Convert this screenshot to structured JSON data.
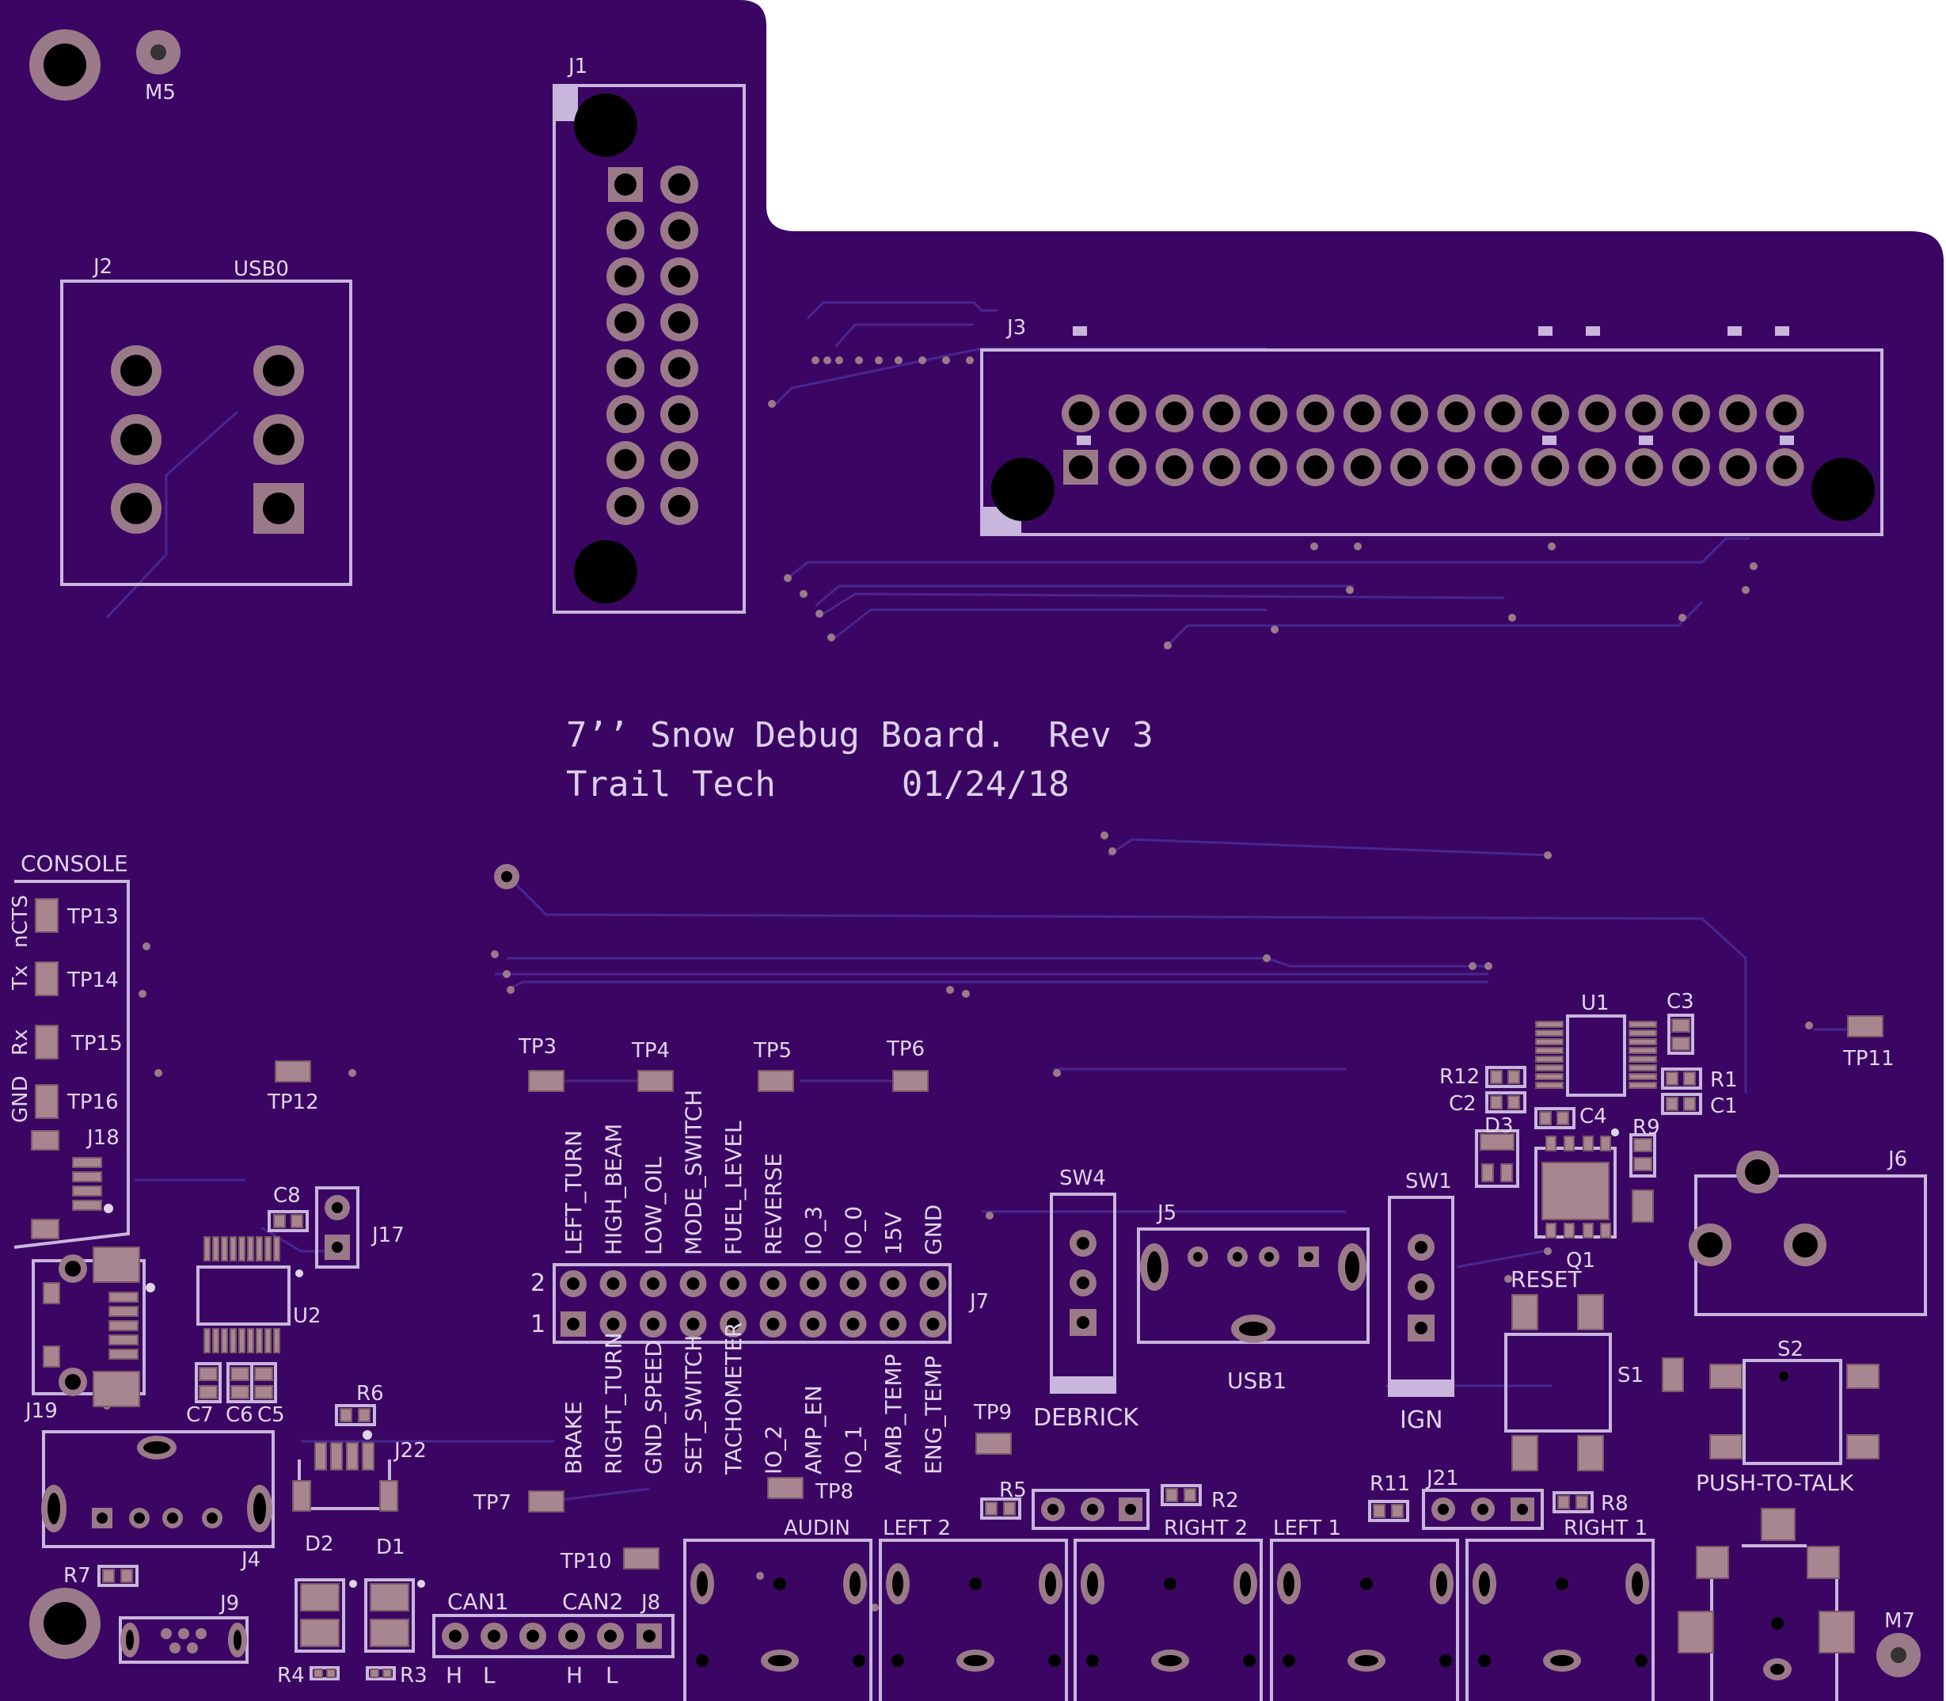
{
  "board": {
    "colors": {
      "substrate": "#3b0663",
      "silk": "#c9b6dd",
      "pad": "#9a7a88",
      "hole": "#000000",
      "trace": "#4a2590"
    },
    "title_line1": "7’’ Snow Debug Board.  Rev 3",
    "title_line2": "Trail Tech      01/24/18"
  },
  "labels": {
    "m5": "M5",
    "m7": "M7",
    "j1": "J1",
    "j2": "J2",
    "usb0": "USB0",
    "j3": "J3",
    "console": "CONSOLE",
    "ncts": "nCTS",
    "tx": "Tx",
    "rx": "Rx",
    "gnd": "GND",
    "tp13": "TP13",
    "tp14": "TP14",
    "tp15": "TP15",
    "tp16": "TP16",
    "tp12": "TP12",
    "j18": "J18",
    "c8": "C8",
    "j17": "J17",
    "u2": "U2",
    "j19": "J19",
    "c7": "C7",
    "c6": "C6",
    "c5": "C5",
    "r6": "R6",
    "j22": "J22",
    "j4": "J4",
    "r7": "R7",
    "d2": "D2",
    "d1": "D1",
    "j9": "J9",
    "r4": "R4",
    "r3": "R3",
    "can1": "CAN1",
    "can2": "CAN2",
    "j8": "J8",
    "h1": "H",
    "l1": "L",
    "h2": "H",
    "l2": "L",
    "tp3": "TP3",
    "tp4": "TP4",
    "tp5": "TP5",
    "tp6": "TP6",
    "tp7": "TP7",
    "tp8": "TP8",
    "tp9": "TP9",
    "tp10": "TP10",
    "tp11": "TP11",
    "j7": "J7",
    "row2": "2",
    "row1": "1",
    "sw4": "SW4",
    "debrick": "DEBRICK",
    "j5": "J5",
    "usb1": "USB1",
    "sw1": "SW1",
    "ign": "IGN",
    "u1": "U1",
    "c3": "C3",
    "r12": "R12",
    "r1": "R1",
    "c2": "C2",
    "c1": "C1",
    "d3": "D3",
    "c4": "C4",
    "r9": "R9",
    "q1": "Q1",
    "j6": "J6",
    "reset": "RESET",
    "s1": "S1",
    "s2": "S2",
    "ptt": "PUSH-TO-TALK",
    "r5": "R5",
    "r2": "R2",
    "r11": "R11",
    "j21": "J21",
    "r8": "R8",
    "audin": "AUDIN",
    "left2": "LEFT 2",
    "right2": "RIGHT 2",
    "left1": "LEFT 1",
    "right1": "RIGHT 1"
  },
  "j7_top_labels": [
    "LEFT_TURN",
    "HIGH_BEAM",
    "LOW_OIL",
    "MODE_SWITCH",
    "FUEL_LEVEL",
    "REVERSE",
    "IO_3",
    "IO_0",
    "15V",
    "GND"
  ],
  "j7_bottom_labels": [
    "BRAKE",
    "RIGHT_TURN",
    "GND_SPEED",
    "SET_SWITCH",
    "TACHOMETER",
    "IO_2",
    "AMP_EN",
    "IO_1",
    "AMB_TEMP",
    "ENG_TEMP"
  ]
}
